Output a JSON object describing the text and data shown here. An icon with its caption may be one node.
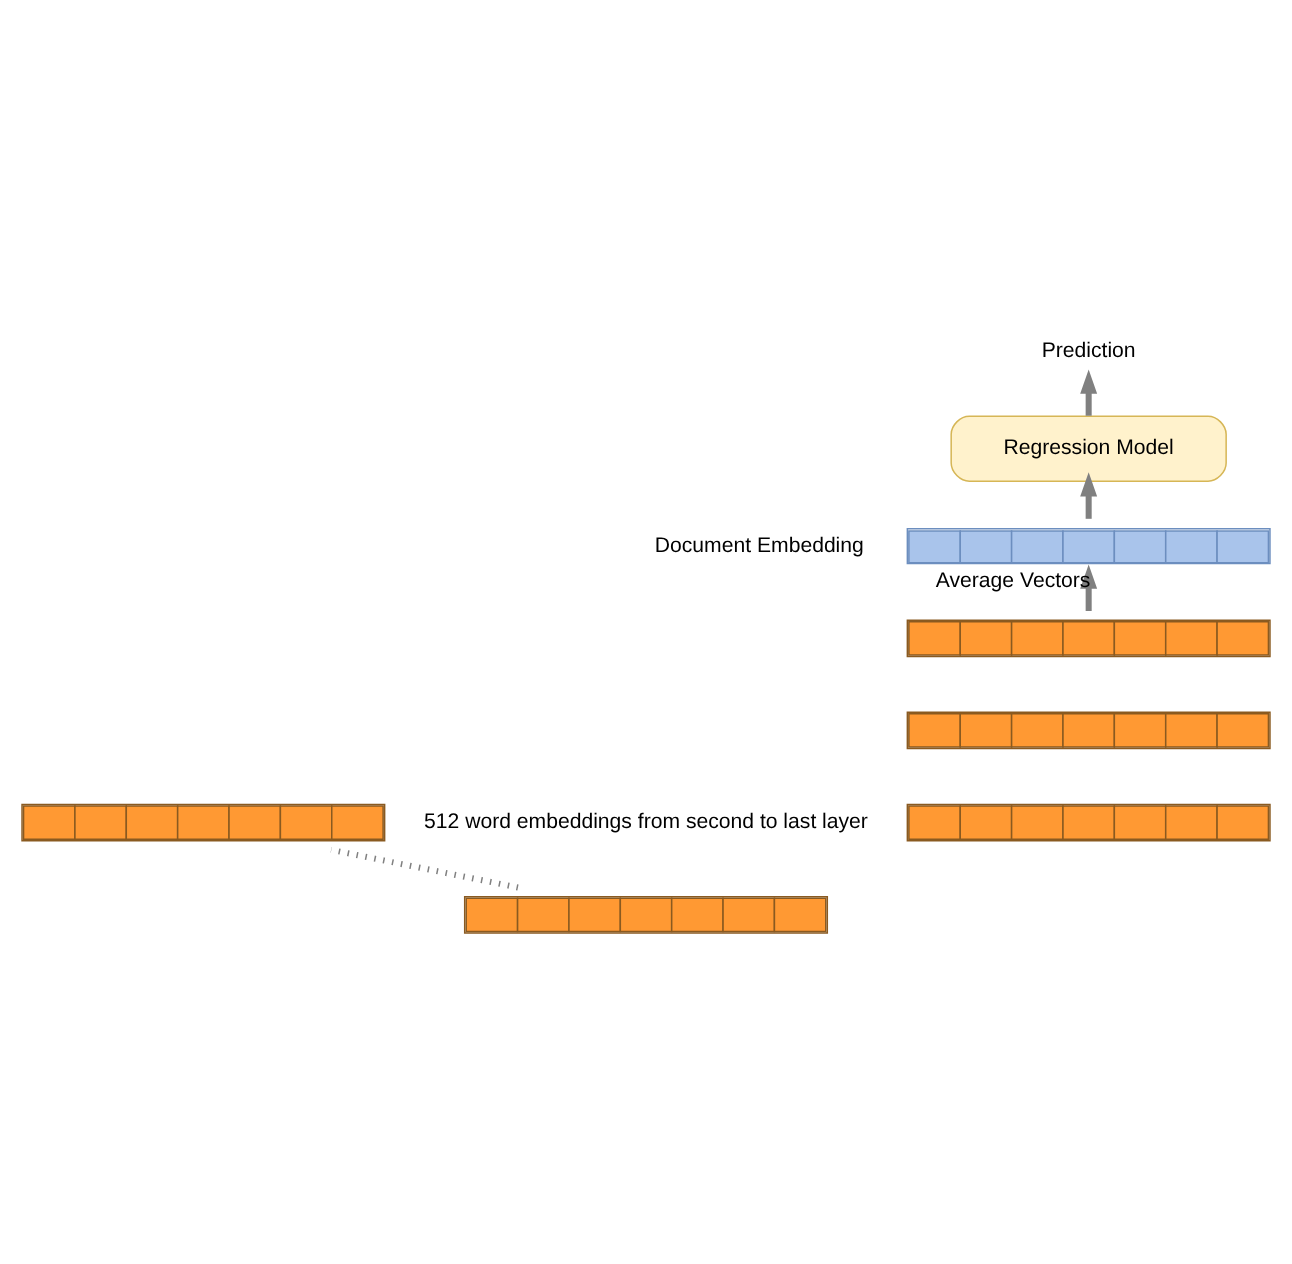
{
  "diagram": {
    "nodes": [
      {
        "text": [
          "Prediction"
        ]
      },
      {
        "text": [
          "Regression Model"
        ]
      },
      {
        "text": [],
        "shape": "bar",
        "beside": [
          "Document Embedding"
        ]
      },
      {
        "text": [],
        "shape": "bar"
      },
      {
        "text": [],
        "shape": "bar"
      },
      {
        "text": [],
        "shape": "bar"
      },
      {
        "text": [],
        "shape": "bar"
      },
      {
        "text": [],
        "shape": "bar"
      }
    ],
    "edges": [
      {
        "from": 1,
        "to": 0,
        "arrow": "to"
      },
      {
        "from": 2,
        "to": 1,
        "arrow": "to"
      },
      {
        "from": 3,
        "to": 2,
        "label": "Average Vectors",
        "arrow": "to"
      },
      {
        "from": 6,
        "to": 7,
        "arrow": "none",
        "style": "dashed"
      }
    ],
    "labels": [
      "512 word embeddings from second to last layer"
    ]
  }
}
